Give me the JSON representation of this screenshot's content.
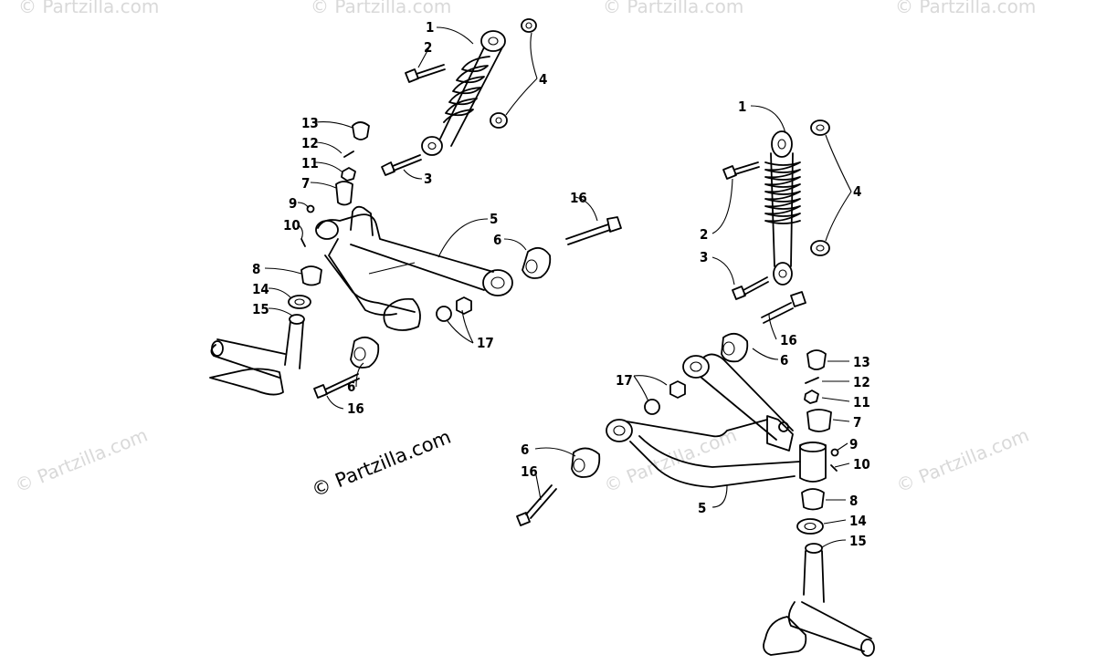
{
  "watermarks": {
    "main": "© Partzilla.com",
    "faint": "© Partzilla.com"
  },
  "callouts": {
    "n1": "1",
    "n2": "2",
    "n3": "3",
    "n4": "4",
    "n5": "5",
    "n6": "6",
    "n7": "7",
    "n8": "8",
    "n9": "9",
    "n10": "10",
    "n11": "11",
    "n12": "12",
    "n13": "13",
    "n14": "14",
    "n15": "15",
    "n16": "16",
    "n17": "17"
  }
}
